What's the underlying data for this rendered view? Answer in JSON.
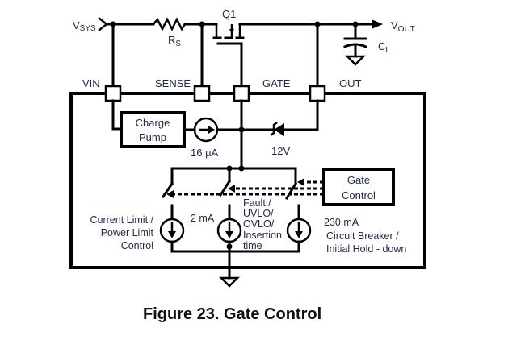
{
  "diagram": {
    "nodes": {
      "vsys": {
        "main": "V",
        "sub": "SYS"
      },
      "vout": {
        "main": "V",
        "sub": "OUT"
      },
      "rs": {
        "main": "R",
        "sub": "S"
      },
      "cl": {
        "main": "C",
        "sub": "L"
      },
      "q1": "Q1"
    },
    "pins": [
      "VIN",
      "SENSE",
      "GATE",
      "OUT"
    ],
    "blocks": {
      "charge_pump": [
        "Charge",
        "Pump"
      ],
      "gate_control": [
        "Gate",
        "Control"
      ]
    },
    "sources": {
      "pump_current": "16 µA",
      "zener": "12V",
      "left_label": [
        "Current Limit /",
        "Power Limit",
        "Control"
      ],
      "mid_current": "2 mA",
      "mid_label": [
        "Fault /",
        "UVLO/",
        "OVLO/",
        "Insertion",
        "time"
      ],
      "right_current": "230 mA",
      "right_label": [
        "Circuit Breaker /",
        "Initial Hold - down"
      ]
    }
  },
  "caption": "Figure 23.  Gate Control"
}
